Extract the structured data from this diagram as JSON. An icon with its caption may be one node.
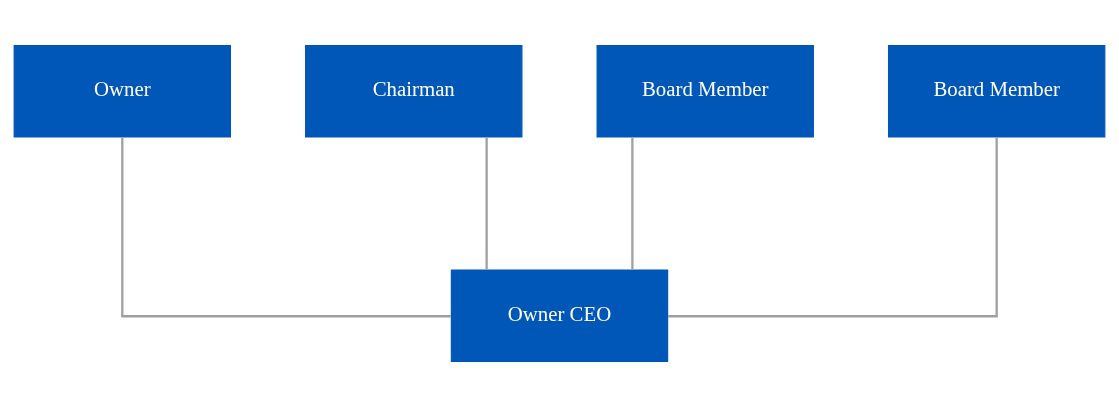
{
  "diagram": {
    "nodes": [
      {
        "text": [
          "Owner"
        ]
      },
      {
        "text": [
          "Chairman"
        ]
      },
      {
        "text": [
          "Board Member"
        ]
      },
      {
        "text": [
          "Board Member"
        ]
      },
      {
        "text": [
          "Owner CEO"
        ]
      }
    ],
    "edges": [
      {
        "from": 0,
        "to": 4,
        "arrow": "none"
      },
      {
        "from": 1,
        "to": 4,
        "arrow": "none"
      },
      {
        "from": 2,
        "to": 4,
        "arrow": "none"
      },
      {
        "from": 3,
        "to": 4,
        "arrow": "none"
      }
    ]
  }
}
